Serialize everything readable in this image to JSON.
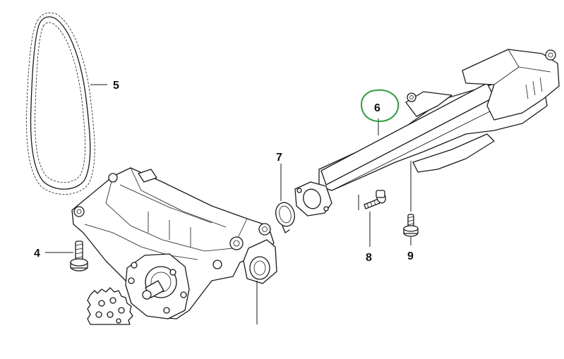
{
  "callouts": [
    {
      "id": "5",
      "label": "5"
    },
    {
      "id": "6",
      "label": "6"
    },
    {
      "id": "7",
      "label": "7"
    },
    {
      "id": "4",
      "label": "4"
    },
    {
      "id": "8",
      "label": "8"
    },
    {
      "id": "9",
      "label": "9"
    }
  ],
  "highlight": {
    "target": "6",
    "color": "#2e9e3a"
  },
  "colors": {
    "line": "#1a1a1a",
    "background": "#ffffff"
  }
}
